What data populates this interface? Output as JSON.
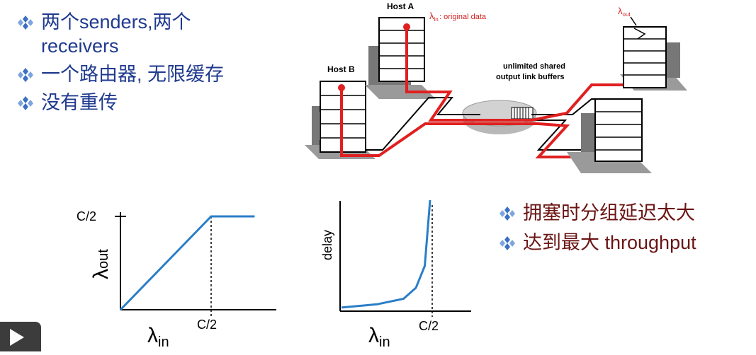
{
  "left_bullets": [
    "两个senders,两个 receivers",
    "一个路由器, 无限缓存",
    "没有重传"
  ],
  "right_bullets": [
    "拥塞时分组延迟太大",
    "达到最大 throughput"
  ],
  "diagram": {
    "host_a": "Host A",
    "host_b": "Host B",
    "lambda_in_label": ": original data",
    "buffer_label_1": "unlimited shared",
    "buffer_label_2": "output link buffers",
    "lambda_symbol": "λ",
    "in_sub": "in",
    "out_sub": "out"
  },
  "chart_data": [
    {
      "type": "line",
      "title": "",
      "xlabel": "λin",
      "ylabel": "λout",
      "x_ticks": [
        "C/2"
      ],
      "y_ticks": [
        "C/2"
      ],
      "series": [
        {
          "points": [
            [
              0,
              0
            ],
            [
              0.5,
              0.5
            ],
            [
              0.74,
              0.5
            ]
          ]
        }
      ],
      "annotations": [
        "dashed vertical line at x = C/2"
      ]
    },
    {
      "type": "line",
      "title": "",
      "xlabel": "λin",
      "ylabel": "delay",
      "x_ticks": [
        "C/2"
      ],
      "series": [
        {
          "points": [
            [
              0,
              0.02
            ],
            [
              0.2,
              0.05
            ],
            [
              0.35,
              0.1
            ],
            [
              0.42,
              0.2
            ],
            [
              0.47,
              0.4
            ],
            [
              0.5,
              1.0
            ]
          ]
        }
      ],
      "annotations": [
        "dashed vertical line at x = C/2 (asymptote)"
      ]
    }
  ]
}
